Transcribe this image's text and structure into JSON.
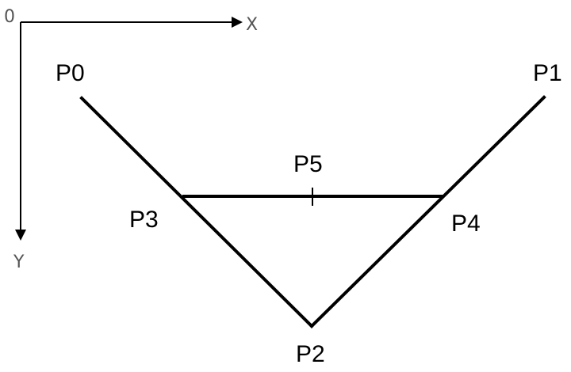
{
  "axes": {
    "origin_label": "0",
    "x_label": "X",
    "y_label": "Y"
  },
  "points": {
    "p0": "P0",
    "p1": "P1",
    "p2": "P2",
    "p3": "P3",
    "p4": "P4",
    "p5": "P5"
  },
  "colors": {
    "line": "#000000",
    "axis_text": "#555555",
    "background": "#ffffff"
  }
}
